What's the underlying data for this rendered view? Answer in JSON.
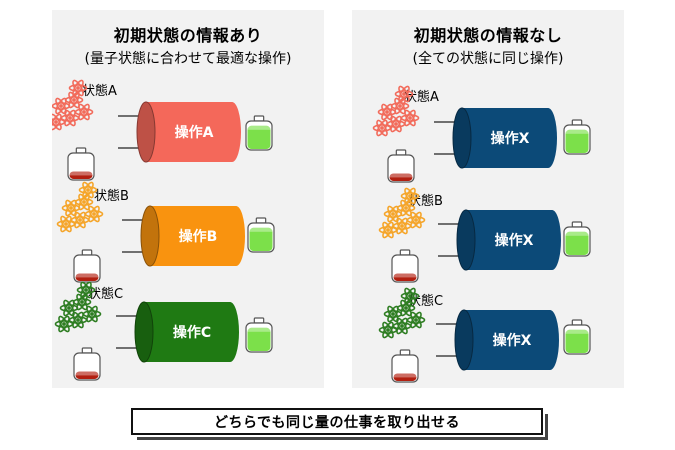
{
  "left_panel": {
    "title": "初期状態の情報あり",
    "subtitle": "(量子状態に合わせて最適な操作)",
    "rows": [
      {
        "state": "状態A",
        "operation": "操作A",
        "color": "#f4685a",
        "atom_color": "#f26b5b"
      },
      {
        "state": "状態B",
        "operation": "操作B",
        "color": "#f9930f",
        "atom_color": "#f5a52a"
      },
      {
        "state": "状態C",
        "operation": "操作C",
        "color": "#1f7a13",
        "atom_color": "#2e7d22"
      }
    ]
  },
  "right_panel": {
    "title": "初期状態の情報なし",
    "subtitle": "(全ての状態に同じ操作)",
    "rows": [
      {
        "state": "状態A",
        "operation": "操作X",
        "color": "#0c4a78",
        "atom_color": "#f26b5b"
      },
      {
        "state": "状態B",
        "operation": "操作X",
        "color": "#0c4a78",
        "atom_color": "#f5a52a"
      },
      {
        "state": "状態C",
        "operation": "操作X",
        "color": "#0c4a78",
        "atom_color": "#2e7d22"
      }
    ]
  },
  "conclusion": "どちらでも同じ量の仕事を取り出せる",
  "colors": {
    "battery_full": "#7ce04a",
    "battery_empty": "#b21f10"
  }
}
